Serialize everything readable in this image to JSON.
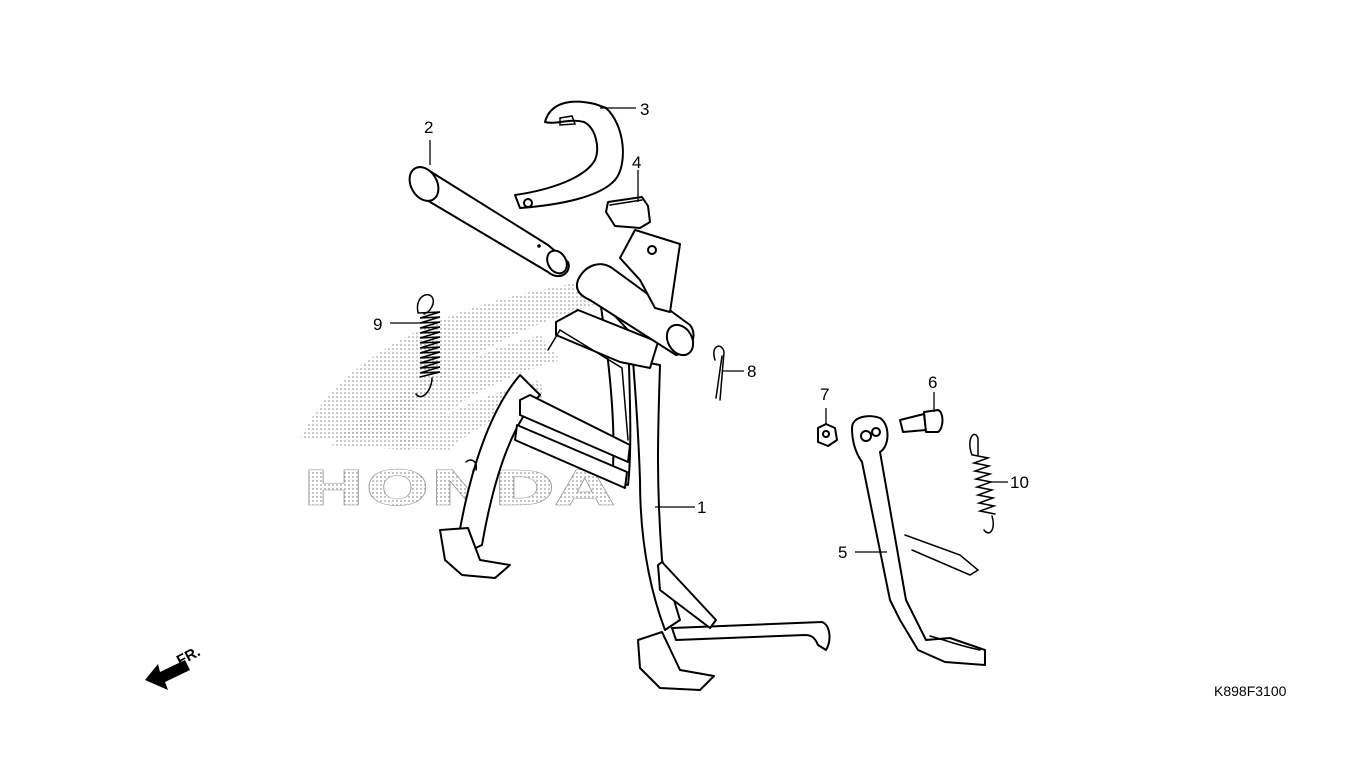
{
  "parts": [
    {
      "ref": "1",
      "label": "1"
    },
    {
      "ref": "2",
      "label": "2"
    },
    {
      "ref": "3",
      "label": "3"
    },
    {
      "ref": "4",
      "label": "4"
    },
    {
      "ref": "5",
      "label": "5"
    },
    {
      "ref": "6",
      "label": "6"
    },
    {
      "ref": "7",
      "label": "7"
    },
    {
      "ref": "8",
      "label": "8"
    },
    {
      "ref": "9",
      "label": "9"
    },
    {
      "ref": "10",
      "label": "10"
    }
  ],
  "watermark": {
    "text": "HONDA"
  },
  "direction_marker": {
    "label": "FR."
  },
  "diagram_code": "K898F3100",
  "colors": {
    "line": "#000000",
    "watermark_dots": "#9a9a9a",
    "background": "#ffffff"
  }
}
